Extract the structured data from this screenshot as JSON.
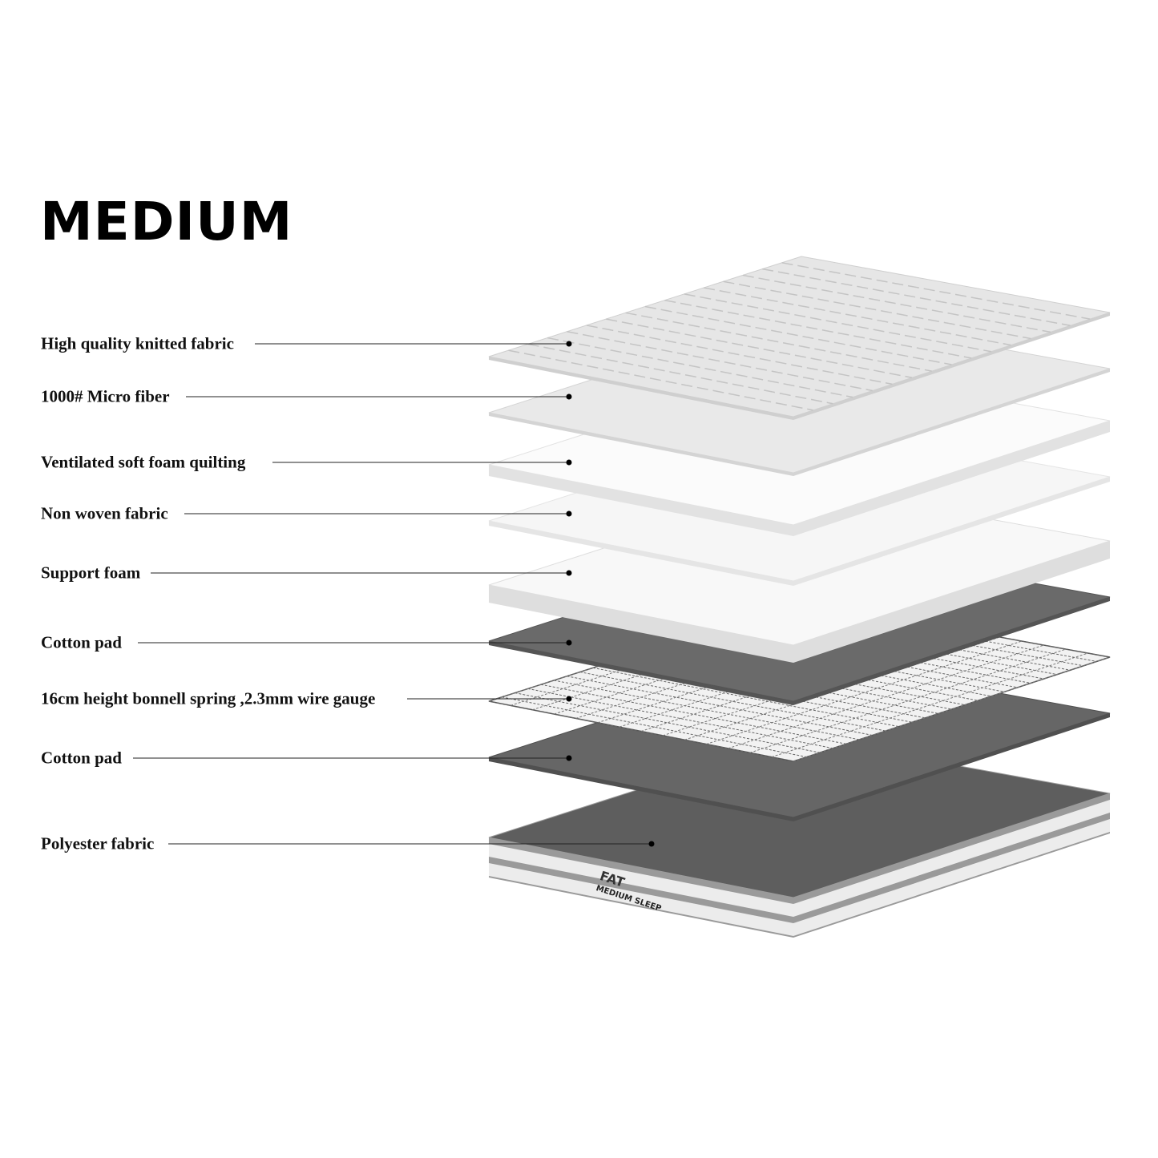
{
  "title": "MEDIUM",
  "layers": [
    {
      "label": "High quality knitted fabric",
      "fill": "#e6e6e6",
      "edge": "#cfcfcf"
    },
    {
      "label": "1000# Micro fiber",
      "fill": "#e9e9e9",
      "edge": "#d4d4d4"
    },
    {
      "label": "Ventilated soft foam quilting",
      "fill": "#fbfbfb",
      "edge": "#e2e2e2"
    },
    {
      "label": "Non woven fabric",
      "fill": "#f6f6f6",
      "edge": "#e5e5e5"
    },
    {
      "label": "Support foam",
      "fill": "#f8f8f8",
      "edge": "#dedede"
    },
    {
      "label": "Cotton pad",
      "fill": "#6a6a6a",
      "edge": "#555555"
    },
    {
      "label": "16cm height bonnell spring ,2.3mm wire gauge",
      "fill": "none",
      "edge": "#444444"
    },
    {
      "label": "Cotton pad",
      "fill": "#666666",
      "edge": "#505050"
    },
    {
      "label": "Polyester fabric",
      "fill": "#5e5e5e",
      "edge": "#9a9a9a"
    }
  ],
  "logo": {
    "brand": "FAT",
    "text": "MEDIUM SLEEP"
  }
}
